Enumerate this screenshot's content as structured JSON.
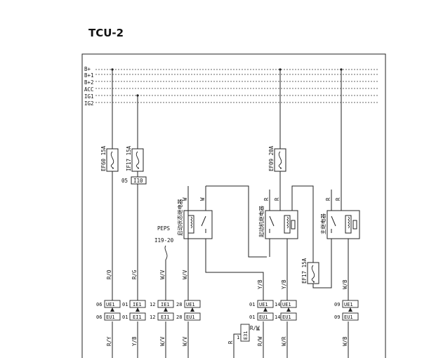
{
  "title": "TCU-2",
  "rails": [
    "B+",
    "B+1",
    "B+2",
    "ACC",
    "IG1",
    "IG2"
  ],
  "fuses": {
    "ef60": "EF60 15A",
    "if17": "IF17 15A",
    "ef09": "EF09 20A",
    "ef17": "EF17 15A"
  },
  "connectors": {
    "i10_pin": "05",
    "i10": "I10",
    "i19_ref": "I19-20"
  },
  "relays": {
    "peps_label": "PEPS",
    "peps_relay": "启动状态继电器",
    "starter_relay": "起动机继电器",
    "main_relay": "主继电器"
  },
  "wires": {
    "w1": "W",
    "w2": "W",
    "r1": "R",
    "r2": "R",
    "r3": "R",
    "r4": "R",
    "ro": "R/O",
    "rg": "R/G",
    "wv1": "W/V",
    "wv2": "W/V",
    "yb1": "Y/B",
    "yb2": "Y/B",
    "wb1": "W/B",
    "ry": "R/Y",
    "yb3": "Y/B",
    "wv3": "W/V",
    "wv4": "W/V",
    "r5": "R",
    "rw1": "R/W",
    "rw2": "R/W",
    "wr": "W/R",
    "wb2": "W/B"
  },
  "pins": {
    "p1a": "06",
    "p1b": "01",
    "p1c": "12",
    "p1d": "28",
    "p1e": "01",
    "p1f": "14",
    "p1g": "09",
    "p2a": "06",
    "p2b": "01",
    "p2c": "12",
    "p2d": "28",
    "p2e": "01",
    "p2f": "14",
    "p2g": "09",
    "e31pin": "1"
  },
  "conn_labels": {
    "ue1": "UE1",
    "ie1": "IE1",
    "ie1b": "IE1",
    "ue1b": "UE1",
    "ue1c": "UE1",
    "ue1d": "UE1",
    "ue1e": "UE1",
    "eu1": "EU1",
    "ei1": "EI1",
    "ei1b": "EI1",
    "eu1b": "EU1",
    "eu1c": "EU1",
    "eu1d": "EU1",
    "eu1e": "EU1",
    "e31": "E31"
  }
}
